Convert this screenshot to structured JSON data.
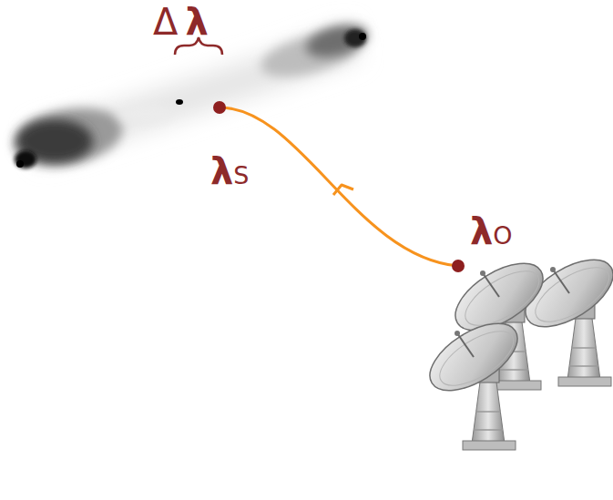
{
  "diagram": {
    "labels": [
      "Δλ",
      "λS",
      "λO"
    ]
  }
}
